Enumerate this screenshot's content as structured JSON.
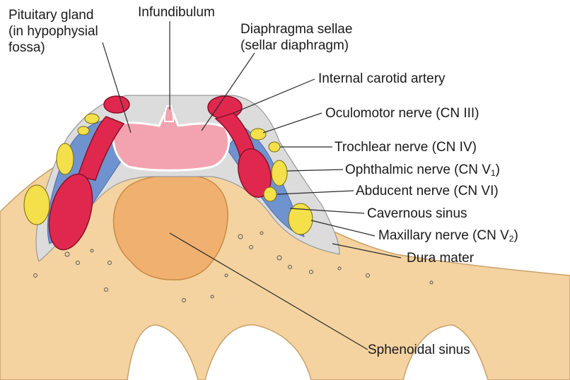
{
  "labels": {
    "pituitary": {
      "line1": "Pituitary gland",
      "line2": "(in hypophysial",
      "line3": "fossa)"
    },
    "infundibulum": "Infundibulum",
    "diaphragma": {
      "line1": "Diaphragma sellae",
      "line2": "(sellar diaphragm)"
    },
    "internal_carotid": "Internal carotid artery",
    "oculomotor": "Oculomotor nerve (CN III)",
    "trochlear": "Trochlear nerve (CN IV)",
    "ophthalmic": {
      "text": "Ophthalmic nerve (CN V",
      "sub": "1",
      "close": ")"
    },
    "abducent": "Abducent nerve (CN VI)",
    "cavernous": "Cavernous sinus",
    "maxillary": {
      "text": "Maxillary nerve (CN V",
      "sub": "2",
      "close": ")"
    },
    "dura": "Dura mater",
    "sphenoidal": "Sphenoidal sinus"
  },
  "colors": {
    "bone": "#f4d3a0",
    "sinus_cavity": "#f0b070",
    "pituitary": "#f3a3b0",
    "artery": "#e0284f",
    "venous_sinus": "#6f93cf",
    "nerve": "#f3e04a",
    "dura": "#dcdcdc"
  }
}
